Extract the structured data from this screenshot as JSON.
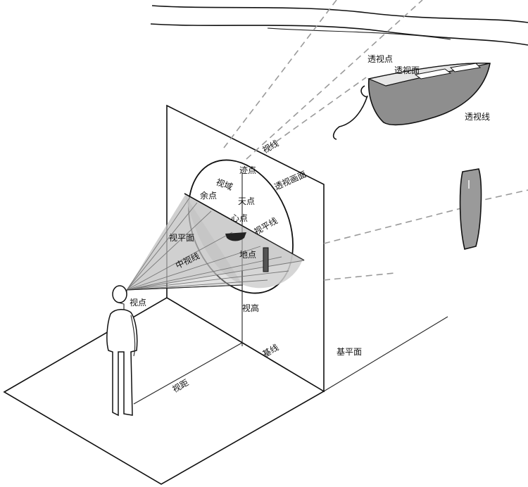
{
  "labels": {
    "toushi_dian": "透视点",
    "toushi_mian": "透视面",
    "toushi_xian": "透视线",
    "shi_xian": "视线",
    "ji_dian": "迹点",
    "toushi_huamian": "透视画面",
    "shi_yu": "视域",
    "yu_dian": "余点",
    "tian_dian": "天点",
    "xin_dian": "心点",
    "shi_pingxian": "视平线",
    "shi_pingmian": "视平面",
    "zhong_shixian": "中视线",
    "di_dian": "地点",
    "shi_dian": "视点",
    "shi_gao": "视高",
    "ji_xian": "基线",
    "ji_pingmian": "基平面",
    "shi_ju": "视距"
  },
  "colors": {
    "ink": "#111111",
    "cone_fill": "#c8c8c8",
    "lower_disc_fill": "#cfcfcf",
    "boat_fill": "#8e8e8e",
    "post_fill": "#9a9a9a",
    "dash": "#9a9a9a"
  },
  "icons": {
    "viewer": "standing-person-figure",
    "boat": "rowboat-illustration",
    "post": "standing-post-object"
  }
}
